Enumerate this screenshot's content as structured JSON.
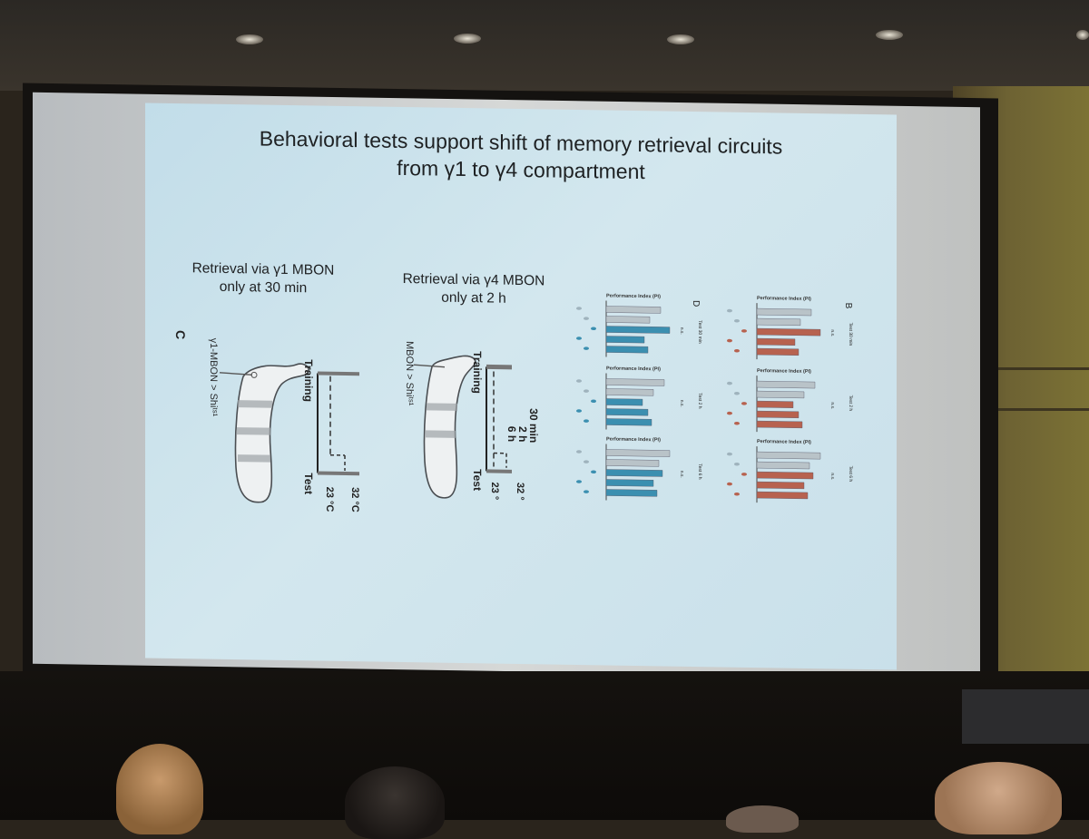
{
  "slide": {
    "title_line1": "Behavioral tests support shift of memory retrieval circuits",
    "title_line2": "from γ1 to γ4 compartment",
    "left_panel": {
      "caption_line1": "Retrieval via γ1 MBON",
      "caption_line2": "only at 30 min",
      "genotype_label": "γ1-MBON > Shiᵗˢ¹",
      "timeline_top": "Training",
      "timeline_bottom": "Test",
      "temp_high": "32 °C",
      "temp_low": "23 °C"
    },
    "middle_panel": {
      "caption_line1": "Retrieval via γ4 MBON",
      "caption_line2": "only at 2 h",
      "genotype_label": "MBON > Shiᵗˢ¹",
      "timeline_top": "Training",
      "timeline_bottom": "Test",
      "intervals": [
        "30 min",
        "2 h",
        "6 h"
      ],
      "temp_high": "32 °",
      "temp_low": "23 °"
    },
    "right_panel": {
      "axis_title": "Performance Index (PI)",
      "panel_letters": [
        "D",
        "B"
      ],
      "significance": "n.s.",
      "test_labels": [
        "Test 30 min",
        "Test 2 h",
        "Test 6 h"
      ],
      "colors": {
        "grey_bar": "#b9c3c8",
        "blue_bar": "#3b8fb0",
        "red_bar": "#b7624f"
      }
    }
  }
}
